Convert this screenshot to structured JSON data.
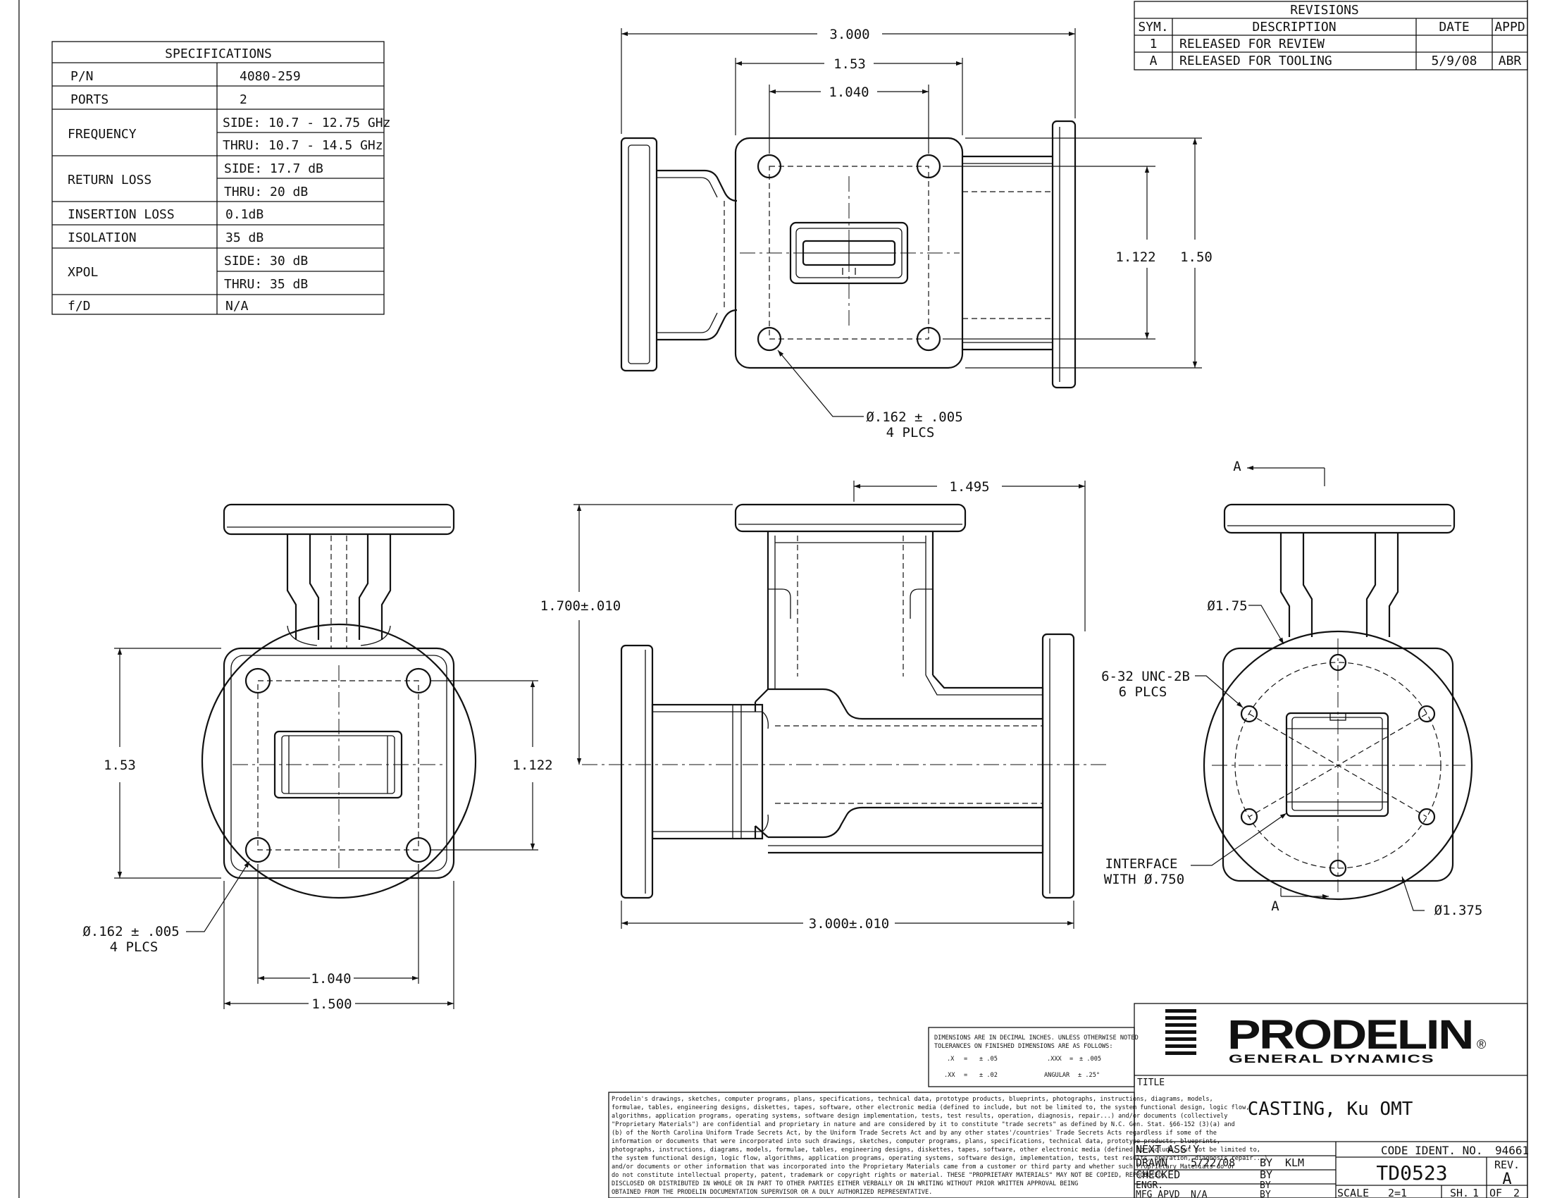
{
  "specifications": {
    "title": "SPECIFICATIONS",
    "rows": [
      {
        "label": "P/N",
        "values": [
          "4080-259"
        ]
      },
      {
        "label": "PORTS",
        "values": [
          "2"
        ]
      },
      {
        "label": "FREQUENCY",
        "values": [
          "SIDE: 10.7 - 12.75 GHz",
          "THRU: 10.7 - 14.5 GHz"
        ]
      },
      {
        "label": "RETURN LOSS",
        "values": [
          "SIDE: 17.7 dB",
          "THRU: 20 dB"
        ]
      },
      {
        "label": "INSERTION LOSS",
        "values": [
          "0.1dB"
        ]
      },
      {
        "label": "ISOLATION",
        "values": [
          "35 dB"
        ]
      },
      {
        "label": "XPOL",
        "values": [
          "SIDE: 30 dB",
          "THRU: 35 dB"
        ]
      },
      {
        "label": "f/D",
        "values": [
          "N/A"
        ]
      }
    ]
  },
  "revisions": {
    "title": "REVISIONS",
    "headers": {
      "sym": "SYM.",
      "description": "DESCRIPTION",
      "date": "DATE",
      "appd": "APPD"
    },
    "rows": [
      {
        "sym": "1",
        "description": "RELEASED FOR REVIEW",
        "date": "",
        "appd": ""
      },
      {
        "sym": "A",
        "description": "RELEASED FOR TOOLING",
        "date": "5/9/08",
        "appd": "ABR"
      }
    ]
  },
  "dimensions": {
    "top_overall": "3.000",
    "top_mid": "1.53",
    "top_inner": "1.040",
    "top_v_inner": "1.122",
    "top_v_outer": "1.50",
    "top_hole": "Ø.162 ± .005",
    "top_hole_qty": "4 PLCS",
    "left_v_outer": "1.53",
    "left_v_inner": "1.122",
    "left_hole": "Ø.162 ± .005",
    "left_hole_qty": "4 PLCS",
    "left_h_inner": "1.040",
    "left_h_outer": "1.500",
    "center_top": "1.495",
    "center_height": "1.700±.010",
    "center_length": "3.000±.010",
    "right_section": "A",
    "right_d175": "Ø1.75",
    "right_thread": "6-32 UNC-2B",
    "right_thread_qty": "6 PLCS",
    "right_interface": "INTERFACE",
    "right_interface_2": "WITH Ø.750",
    "right_d1375": "Ø1.375"
  },
  "tolerances": {
    "line1": "DIMENSIONS ARE IN DECIMAL INCHES. UNLESS OTHERWISE NOTED",
    "line2": "TOLERANCES ON FINISHED DIMENSIONS ARE AS FOLLOWS:",
    "x": ".X",
    "x_val": "± .05",
    "xxx": ".XXX",
    "xxx_val": "± .005",
    "xx": ".XX",
    "xx_val": "± .02",
    "ang": "ANGULAR",
    "ang_val": "± .25°",
    "eq": "="
  },
  "notice": [
    "Prodelin's drawings, sketches, computer programs, plans, specifications, technical data, prototype products, blueprints, photographs, instructions, diagrams, models,",
    "formulae, tables, engineering designs, diskettes, tapes, software, other electronic media (defined to include, but not be limited to, the system functional design, logic flow,",
    "algorithms, application programs, operating systems, software design implementation, tests, test results, operation, diagnosis, repair...) and/or documents (collectively",
    "\"Proprietary Materials\") are confidential and proprietary in nature and are considered by it to constitute \"trade secrets\" as defined by N.C. Gen. Stat. §66-152 (3)(a) and",
    "(b) of the North Carolina Uniform Trade Secrets Act, by the Uniform Trade Secrets Act and by any other states'/countries' Trade Secrets Acts regardless if some of the",
    "information or documents that were incorporated into such drawings, sketches, computer programs, plans, specifications, technical data, prototype products, blueprints,",
    "photographs, instructions, diagrams, models, formulae, tables, engineering designs, diskettes, tapes, software, other electronic media (defined to include, but not be limited to,",
    "the system functional design, logic flow, algorithms, application programs, operating systems, software design, implementation, tests, test results, operation, diagnosis repair...)",
    "and/or documents or other information that was incorporated into the Proprietary Materials came from a customer or third party and whether such Proprietary Materials do or",
    "do not constitute intellectual property, patent, trademark or copyright rights or material.  THESE \"PROPRIETARY MATERIALS\" MAY NOT BE COPIED, REPRODUCED,",
    "DISCLOSED OR DISTRIBUTED IN WHOLE OR IN PART TO OTHER PARTIES EITHER VERBALLY OR IN WRITING WITHOUT PRIOR WRITTEN APPROVAL BEING",
    "OBTAINED FROM THE PRODELIN DOCUMENTATION SUPERVISOR OR A DULY AUTHORIZED REPRESENTATIVE."
  ],
  "titleblock": {
    "logo_main": "PRODELIN",
    "logo_reg": "®",
    "logo_sub": "GENERAL DYNAMICS",
    "title_label": "TITLE",
    "title": "CASTING, Ku OMT",
    "next_assy": "NEXT ASS'Y",
    "drawn_label": "DRAWN",
    "drawn_date": "5/22/08",
    "by_label": "BY",
    "drawn_by": "KLM",
    "checked_label": "CHECKED",
    "engr_label": "ENGR.",
    "mfg_label": "MFG APVD",
    "mfg_val": "N/A",
    "code_ident_label": "CODE IDENT. NO.",
    "code_ident": "94661",
    "dwg_no": "TD0523",
    "rev_label": "REV.",
    "rev": "A",
    "scale_label": "SCALE",
    "scale": "2=1",
    "sheet_label": "SH.",
    "sheet": "1",
    "of_label": "OF",
    "of": "2"
  }
}
